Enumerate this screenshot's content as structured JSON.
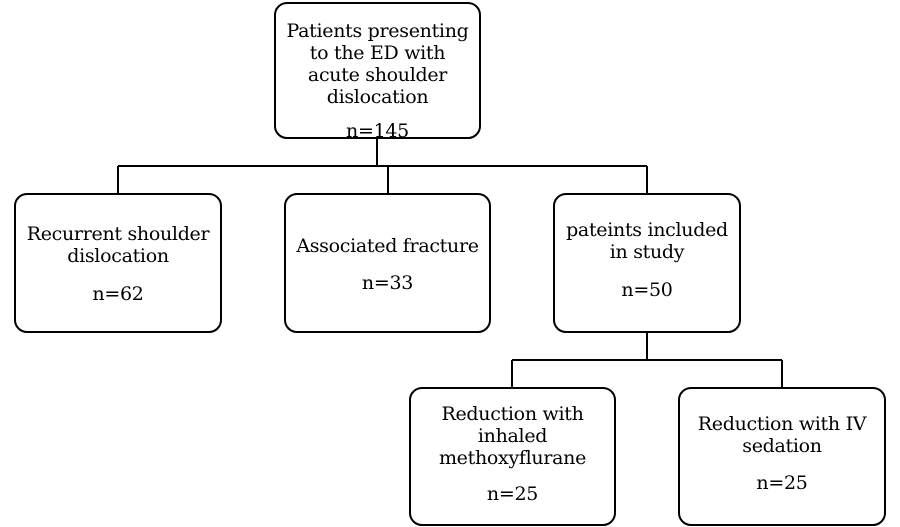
{
  "flowchart": {
    "root": {
      "label": "Patients  presenting to the ED with acute shoulder dislocation",
      "count": "n=145"
    },
    "recurrent": {
      "label": "Recurrent shoulder dislocation",
      "count": "n=62"
    },
    "fracture": {
      "label": "Associated fracture",
      "count": "n=33"
    },
    "included": {
      "label": "pateints included in study",
      "count": "n=50"
    },
    "methoxyflurane": {
      "label": "Reduction with inhaled methoxyflurane",
      "count": "n=25"
    },
    "iv_sedation": {
      "label": "Reduction with IV sedation",
      "count": "n=25"
    }
  },
  "colors": {
    "stroke": "#000000",
    "background": "#ffffff"
  }
}
